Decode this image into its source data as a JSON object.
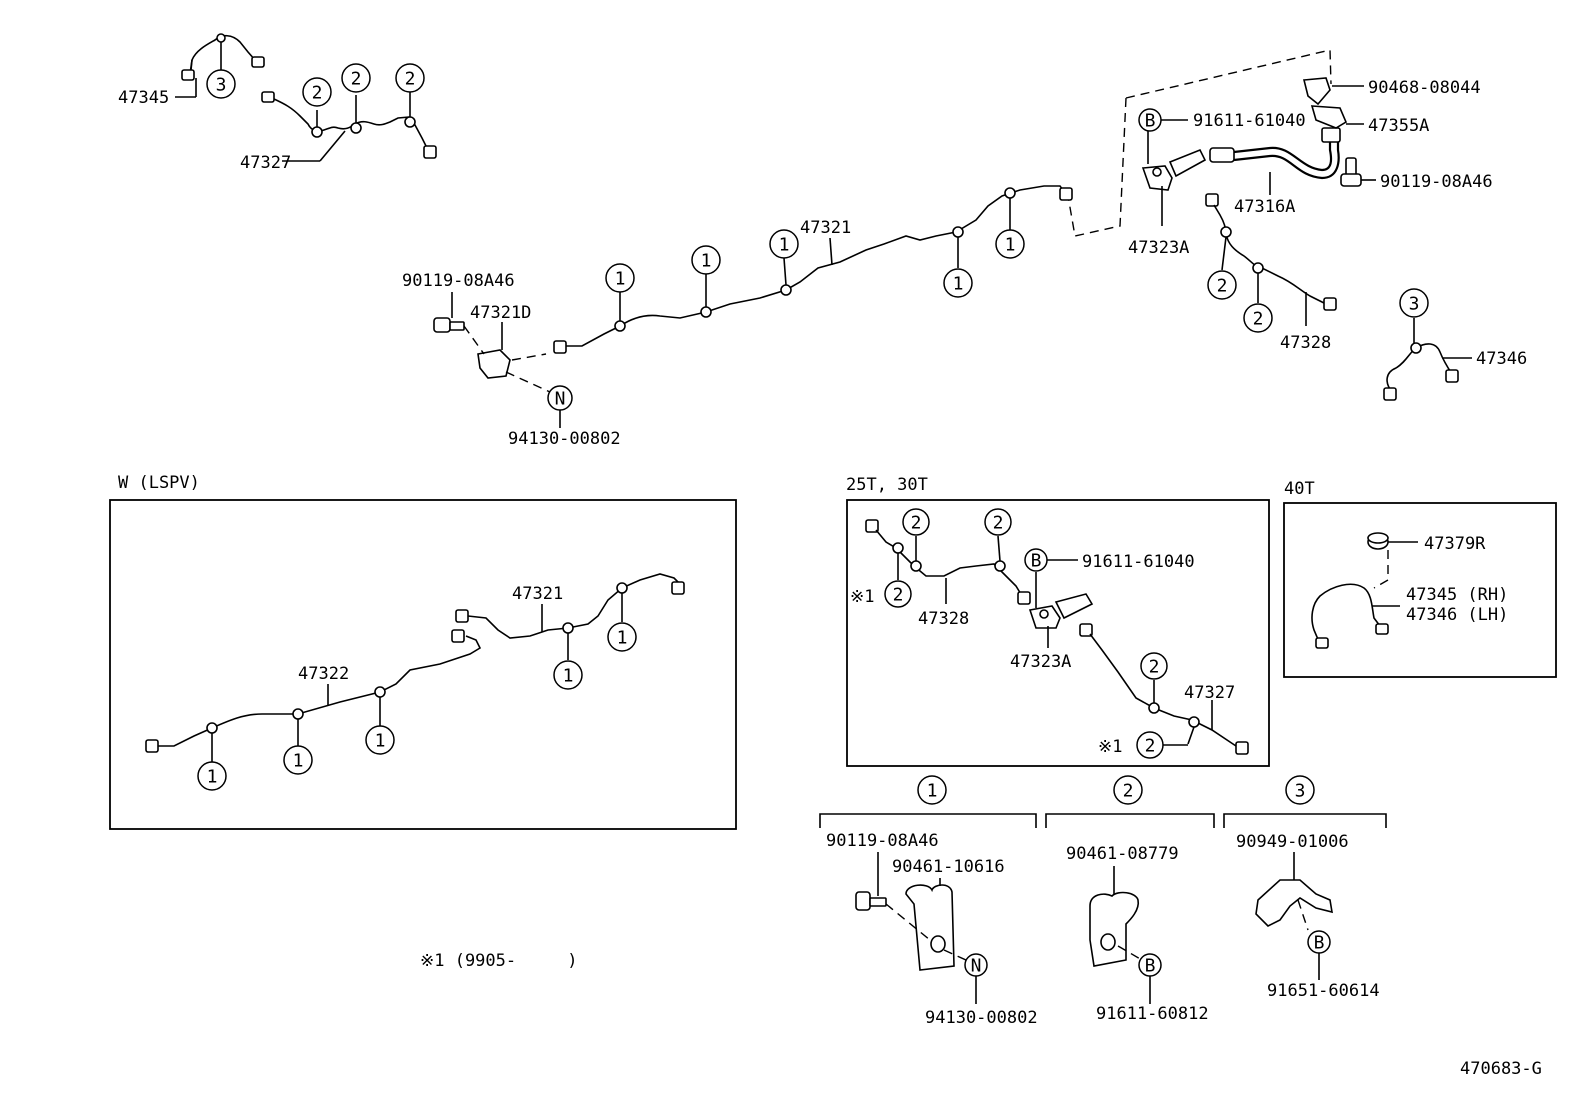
{
  "labels": {
    "p47345": "47345",
    "p47327": "47327",
    "p90468": "90468-08044",
    "p91611_61040": "91611-61040",
    "p47355A": "47355A",
    "p90119_top": "90119-08A46",
    "p47316A": "47316A",
    "p47323A": "47323A",
    "p47321": "47321",
    "p47328": "47328",
    "p47346": "47346",
    "p90119_left": "90119-08A46",
    "p47321D": "47321D",
    "p94130_top": "94130-00802",
    "w_title": "W (LSPV)",
    "w_47321": "47321",
    "w_47322": "47322",
    "t25_title": "25T, 30T",
    "t25_91611": "91611-61040",
    "t25_47328": "47328",
    "t25_47323A": "47323A",
    "t25_47327": "47327",
    "t40_title": "40T",
    "t40_47379R": "47379R",
    "t40_47345": "47345 (RH)",
    "t40_47346": "47346 (LH)",
    "c1_90119": "90119-08A46",
    "c1_90461": "90461-10616",
    "c1_94130": "94130-00802",
    "c2_90461": "90461-08779",
    "c2_91611": "91611-60812",
    "c3_90949": "90949-01006",
    "c3_91651": "91651-60614",
    "note": "※1 (9905-     )",
    "note_mark": "※1",
    "diagram_id": "470683-G"
  },
  "markers": {
    "one": "1",
    "two": "2",
    "three": "3",
    "B": "B",
    "N": "N"
  }
}
